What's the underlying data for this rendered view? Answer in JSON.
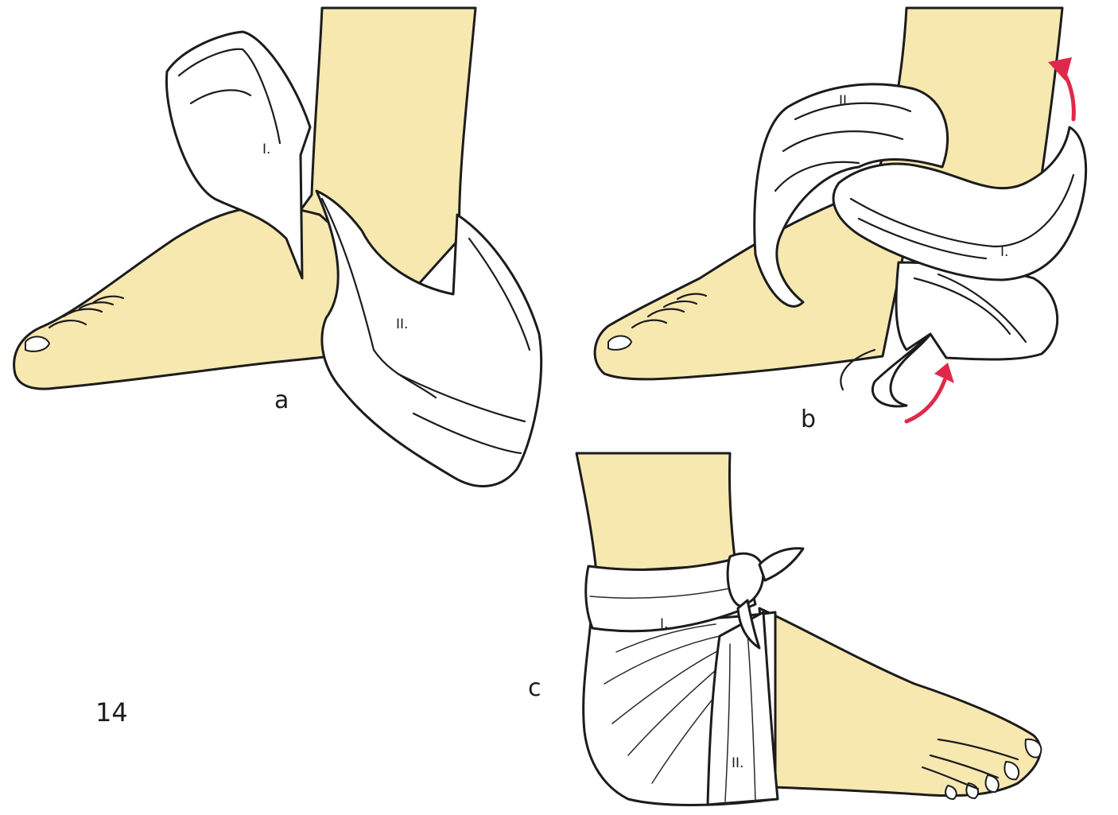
{
  "figure": {
    "number": "14",
    "colors": {
      "skin": "#f7e8b0",
      "bandage": "#ffffff",
      "arrow": "#e0294a",
      "outline": "#1c1c1c"
    }
  },
  "panels": [
    {
      "letter": "a",
      "labels": [
        "I.",
        "II."
      ]
    },
    {
      "letter": "b",
      "labels": [
        "II.",
        "I."
      ]
    },
    {
      "letter": "c",
      "labels": [
        "I.",
        "II."
      ]
    }
  ]
}
